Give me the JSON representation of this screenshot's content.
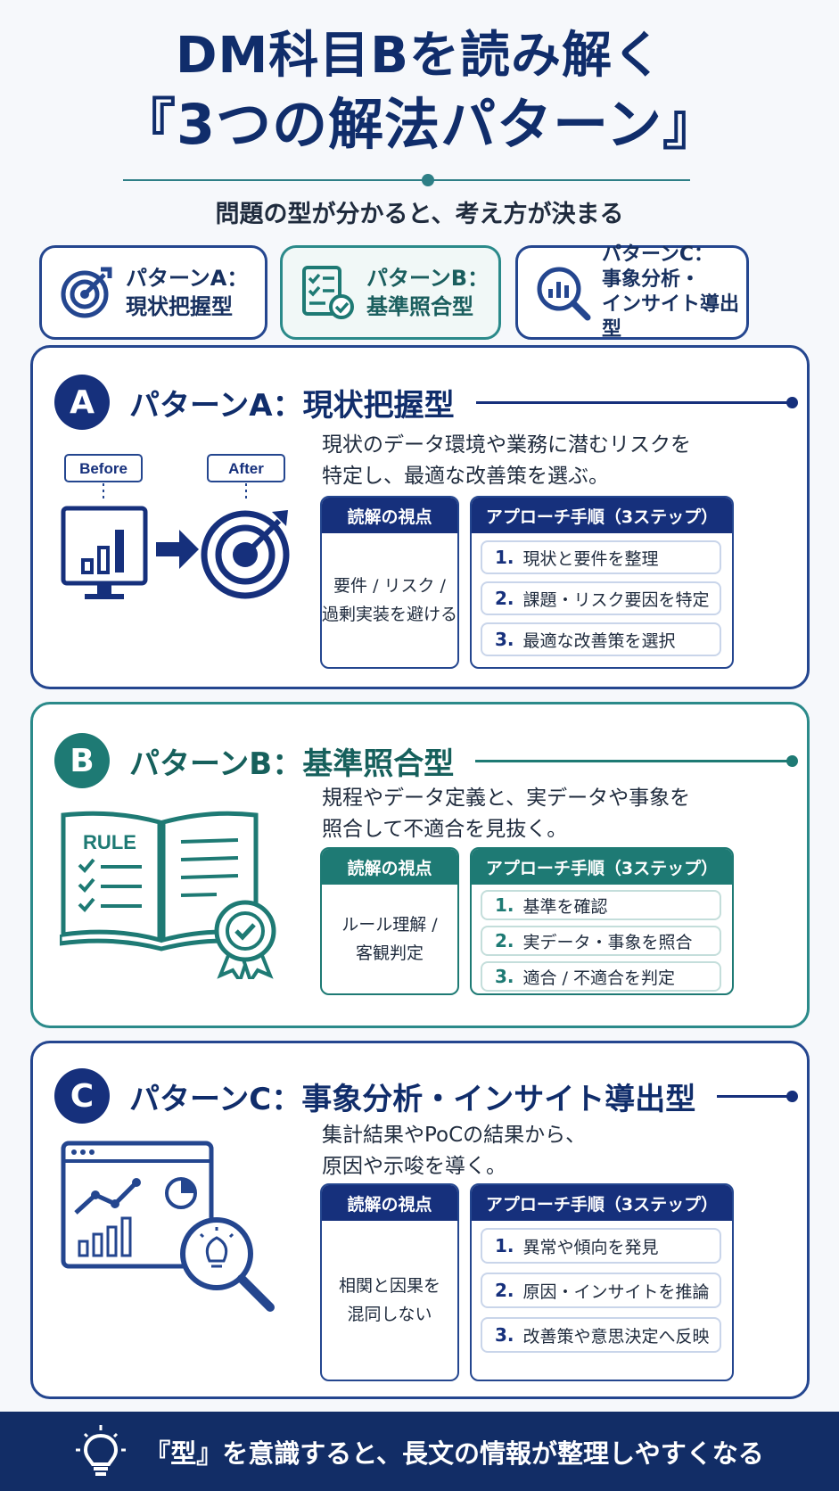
{
  "header": {
    "title_line1": "DM科目Bを読み解く",
    "title_line2": "『3つの解法パターン』",
    "subtitle": "問題の型が分かると、考え方が決まる"
  },
  "summary_chips": [
    {
      "label": "パターンA：\n現状把握型",
      "icon": "target-icon"
    },
    {
      "label": "パターンB：\n基準照合型",
      "icon": "checklist-icon"
    },
    {
      "label": "パターンC：\n事象分析・\nインサイト導出型",
      "icon": "magnifier-chart-icon"
    }
  ],
  "patterns": [
    {
      "letter": "A",
      "title": "パターンA：現状把握型",
      "description": "現状のデータ環境や業務に潜むリスクを\n特定し、最適な改善策を選ぶ。",
      "illustration_labels": {
        "before": "Before",
        "after": "After"
      },
      "view_heading": "読解の視点",
      "view_text": "要件 / リスク /\n過剰実装を避ける",
      "steps_heading": "アプローチ手順（3ステップ）",
      "steps": [
        {
          "num": "1.",
          "text": "現状と要件を整理"
        },
        {
          "num": "2.",
          "text": "課題・リスク要因を特定"
        },
        {
          "num": "3.",
          "text": "最適な改善策を選択"
        }
      ],
      "color": "#16307c"
    },
    {
      "letter": "B",
      "title": "パターンB：基準照合型",
      "description": "規程やデータ定義と、実データや事象を\n照合して不適合を見抜く。",
      "illustration_labels": {
        "rule": "RULE"
      },
      "view_heading": "読解の視点",
      "view_text": "ルール理解 /\n客観判定",
      "steps_heading": "アプローチ手順（3ステップ）",
      "steps": [
        {
          "num": "1.",
          "text": "基準を確認"
        },
        {
          "num": "2.",
          "text": "実データ・事象を照合"
        },
        {
          "num": "3.",
          "text": "適合 / 不適合を判定"
        }
      ],
      "color": "#1e7a74"
    },
    {
      "letter": "C",
      "title": "パターンC：事象分析・インサイト導出型",
      "description": "集計結果やPoCの結果から、\n原因や示唆を導く。",
      "view_heading": "読解の視点",
      "view_text": "相関と因果を\n混同しない",
      "steps_heading": "アプローチ手順（3ステップ）",
      "steps": [
        {
          "num": "1.",
          "text": "異常や傾向を発見"
        },
        {
          "num": "2.",
          "text": "原因・インサイトを推論"
        },
        {
          "num": "3.",
          "text": "改善策や意思決定へ反映"
        }
      ],
      "color": "#16307c"
    }
  ],
  "footer": {
    "text": "『型』を意識すると、長文の情報が整理しやすくなる",
    "icon": "lightbulb-icon"
  }
}
